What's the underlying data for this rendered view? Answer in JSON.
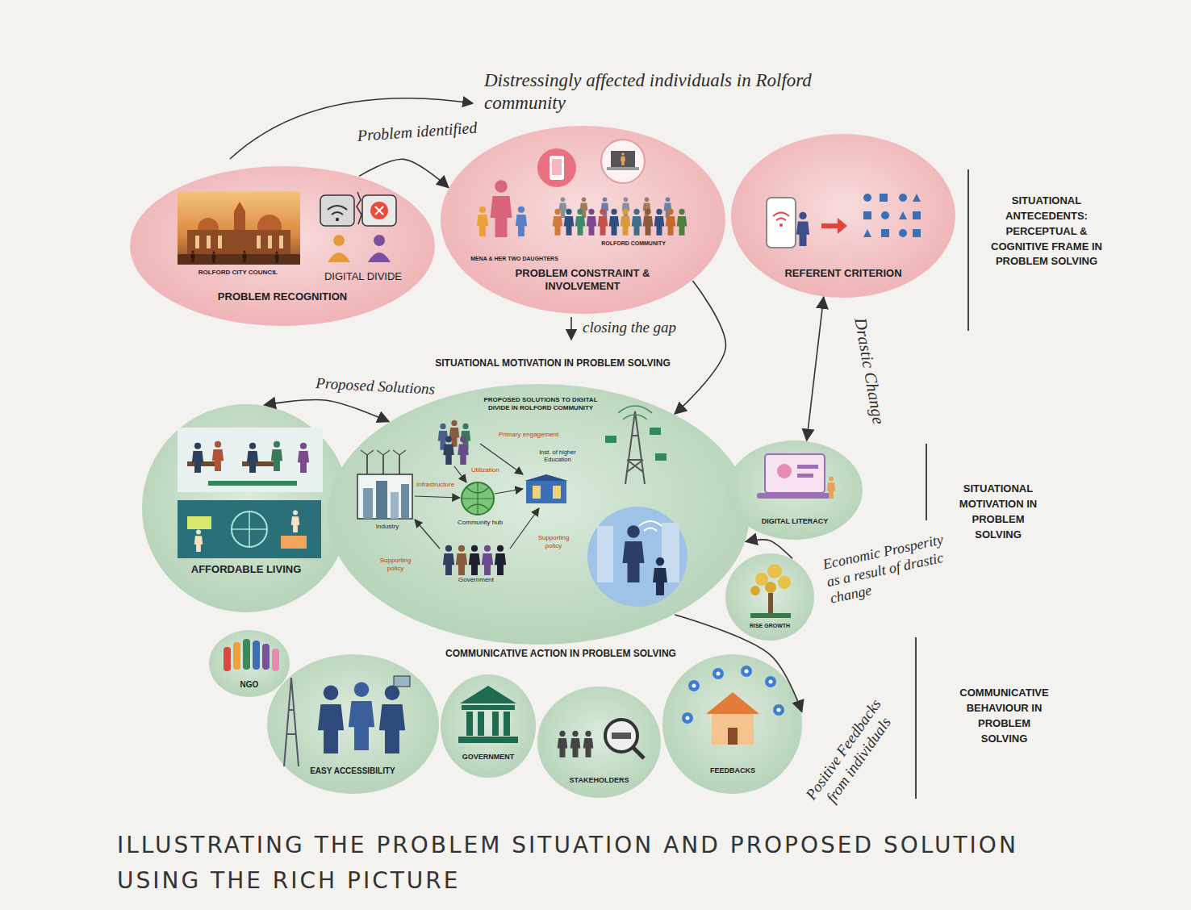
{
  "diagram": {
    "caption": "ILLUSTRATING THE PROBLEM SITUATION AND PROPOSED SOLUTION USING THE RICH PICTURE",
    "nodes": [
      {
        "text": [
          "ROLFORD CITY COUNCIL",
          "DIGITAL DIVIDE",
          "PROBLEM RECOGNITION"
        ]
      },
      {
        "text": [
          "MENA & HER TWO DAUGHTERS",
          "ROLFORD COMMUNITY",
          "PROBLEM CONSTRAINT & INVOLVEMENT"
        ]
      },
      {
        "text": [
          "REFERENT CRITERION"
        ]
      },
      {
        "text": [
          "AFFORDABLE LIVING"
        ]
      },
      {
        "text": [
          "PROPOSED SOLUTIONS TO DIGITAL DIVIDE IN ROLFORD COMMUNITY",
          "Primary engagement",
          "Inst. of higher Education",
          "Infrastructure",
          "Utilization",
          "Industry",
          "Community hub",
          "Supporting policy",
          "Supporting policy",
          "Government"
        ]
      },
      {
        "text": [
          "DIGITAL LITERACY"
        ]
      },
      {
        "text": [
          "RISE GROWTH"
        ]
      },
      {
        "text": [
          "NGO"
        ]
      },
      {
        "text": [
          "EASY ACCESSIBILITY"
        ]
      },
      {
        "text": [
          "GOVERNMENT"
        ]
      },
      {
        "text": [
          "STAKEHOLDERS"
        ]
      },
      {
        "text": [
          "FEEDBACKS"
        ]
      }
    ],
    "edges": [
      {
        "from": 0,
        "to": 1,
        "label": "Problem identified",
        "arrow": "to"
      },
      {
        "from": 1,
        "to": 4,
        "arrow": "to"
      },
      {
        "from": 3,
        "to": 4,
        "label": "Proposed Solutions",
        "arrow": "both"
      },
      {
        "from": 2,
        "to": 5,
        "label": "Drastic Change",
        "arrow": "both"
      },
      {
        "from": 6,
        "to": 4,
        "label": "Economic Prosperity as a result of drastic change",
        "arrow": "to"
      },
      {
        "from": 4,
        "to": 11,
        "label": "Positive Feedbacks from individuals",
        "arrow": "to"
      }
    ],
    "labels": [
      "Distressingly affected individuals in Rolford community",
      "closing the gap",
      "SITUATIONAL ANTECEDENTS: PERCEPTUAL & COGNITIVE FRAME IN PROBLEM SOLVING",
      "SITUATIONAL MOTIVATION IN PROBLEM SOLVING",
      "SITUATIONAL MOTIVATION IN PROBLEM SOLVING",
      "COMMUNICATIVE ACTION IN PROBLEM SOLVING",
      "COMMUNICATIVE BEHAVIOUR IN PROBLEM SOLVING"
    ]
  }
}
